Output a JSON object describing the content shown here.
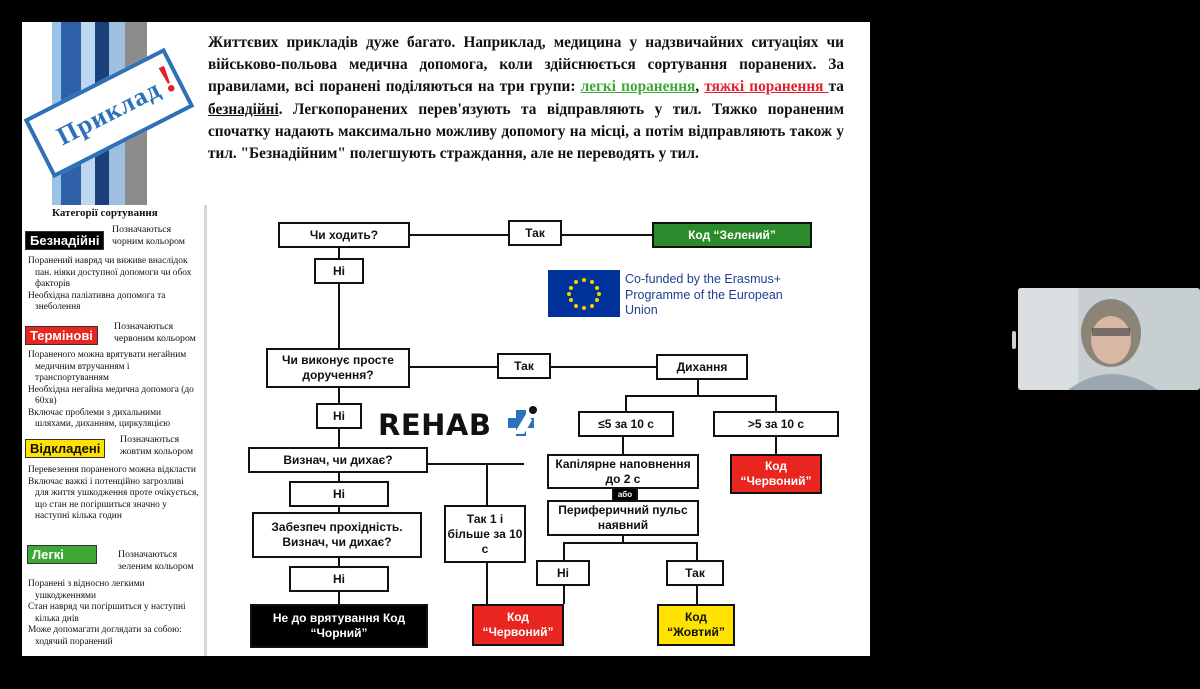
{
  "stamp": {
    "text": "Приклад",
    "mark": "!"
  },
  "paragraph": {
    "p1": "Життєвих прикладів дуже багато. Наприклад, медицина у надзвичайних ситуаціях чи військово-польова медична допомога, коли здійснюється сортування поранених. За правилами, всі поранені поділяються на три групи: ",
    "g1": "легкі поранення",
    "sep1": ", ",
    "g2": "тяжкі поранення ",
    "sep2": "та ",
    "g3": "безнадійні",
    "p2": ". Легкопоранених перев'язують та відправляють у тил. Тяжко пораненим спочатку надають максимально можливу допомогу на місці, а потім відправляють також у тил. \"Безнадійним\" полегшують страждання, але не переводять у тил."
  },
  "panel": {
    "title": "Категорії сортування",
    "categories": [
      {
        "label": "Безнадійні",
        "note": "Позначаються чорним кольором",
        "bullets": [
          "Поранений навряд чи виживе внаслідок пан. ніяки доступної допомоги чи обох факторів",
          "Необхідна паліативна допомога та знеболення"
        ]
      },
      {
        "label": "Термінові",
        "note": "Позначаються червоним кольором",
        "bullets": [
          "Пораненого можна врятувати негайним медичним втручанням і транспортуванням",
          "Необхідна негайна медична допомога (до 60хв)",
          "Включає проблеми з дихальними шляхами, диханням, циркуляцією"
        ]
      },
      {
        "label": "Відкладені",
        "note": "Позначаються жовтим кольором",
        "bullets": [
          "Перевезення пораненого можна відкласти",
          "Включає важкі і потенційно загрозливі для життя ушкодження проте очікується, що стан не погіршиться значно у наступні кілька годин"
        ]
      },
      {
        "label": "Легкі",
        "note": "Позначаються зеленим кольором",
        "bullets": [
          "Поранені з відносно легкими ушкодженнями",
          "Стан навряд чи погіршиться у наступні кілька днів",
          "Може допомагати доглядати за собою: ходячий поранений"
        ]
      }
    ]
  },
  "flow": {
    "walks": "Чи ходить?",
    "yes1": "Так",
    "green": "Код “Зелений”",
    "no1": "Ні",
    "simple": "Чи виконує просте доручення?",
    "yes2": "Так",
    "breathing": "Дихання",
    "no2": "Ні",
    "le5": "≤5 за 10 с",
    "gt5": ">5 за 10 с",
    "red1": "Код “Червоний”",
    "determine": "Визнач, чи дихає?",
    "no3": "Ні",
    "capillary": "Капілярне наповнення до 2 с",
    "or": "або",
    "pulse": "Периферичний пульс наявний",
    "airway": "Забезпеч прохідність. Визнач, чи дихає?",
    "yes3": "Так 1 і більше за 10 с",
    "no4": "Ні",
    "no5": "Ні",
    "yes4": "Так",
    "black": "Не до врятування Код “Чорний”",
    "red2": "Код “Червоний”",
    "yellow": "Код “Жовтий”"
  },
  "eu": {
    "text": "Co-funded by the Erasmus+ Programme of the European Union"
  },
  "rehab": "REHAB",
  "colors": {
    "green": "#2b8a2b",
    "red": "#e8261f",
    "yellow": "#ffe200",
    "eu_blue": "#003399"
  }
}
